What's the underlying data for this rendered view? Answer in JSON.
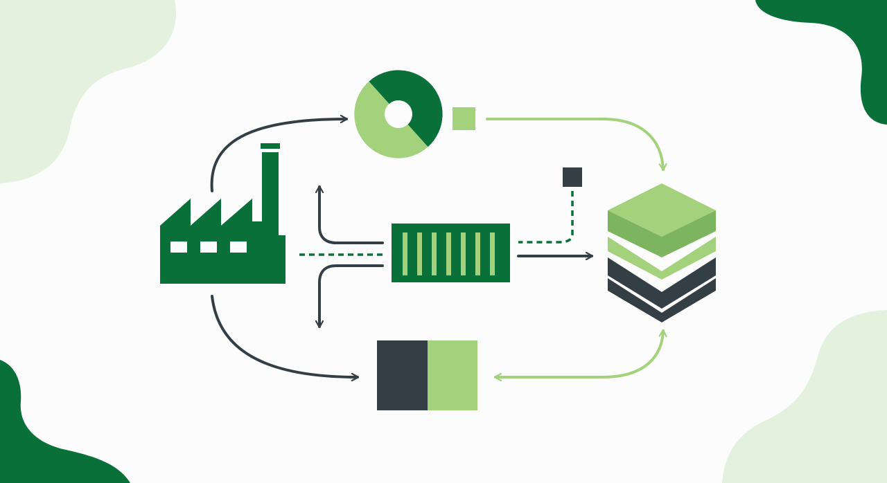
{
  "colors": {
    "background": "#fbfcfb",
    "dark_green": "#0a7039",
    "light_green": "#a3d17c",
    "mid_green": "#7db45f",
    "pale_green": "#e4f1df",
    "charcoal": "#343e45"
  },
  "nodes": [
    {
      "name": "factory",
      "icon": "factory-icon"
    },
    {
      "name": "donut",
      "icon": "donut-icon"
    },
    {
      "name": "small-light-square",
      "icon": "square-icon"
    },
    {
      "name": "small-dark-square",
      "icon": "square-icon"
    },
    {
      "name": "shipping-container",
      "icon": "container-icon"
    },
    {
      "name": "layer-stack",
      "icon": "layers-icon"
    },
    {
      "name": "split-block",
      "icon": "block-icon"
    }
  ],
  "edges": [
    {
      "from": "factory",
      "to": "donut",
      "style": "solid",
      "color": "charcoal"
    },
    {
      "from": "factory",
      "to": "split-block",
      "style": "solid",
      "color": "charcoal"
    },
    {
      "from": "small-light-square",
      "to": "layer-stack",
      "style": "solid",
      "color": "light_green"
    },
    {
      "from": "shipping-container",
      "to": "layer-stack",
      "style": "solid",
      "color": "charcoal"
    },
    {
      "from": "small-dark-square",
      "to": "layer-stack",
      "style": "dashed",
      "color": "dark_green"
    },
    {
      "from": "factory",
      "to": "shipping-container",
      "style": "dashed",
      "color": "dark_green"
    },
    {
      "from": "layer-stack",
      "to": "split-block",
      "style": "solid",
      "color": "light_green",
      "bidirectional": true
    }
  ]
}
